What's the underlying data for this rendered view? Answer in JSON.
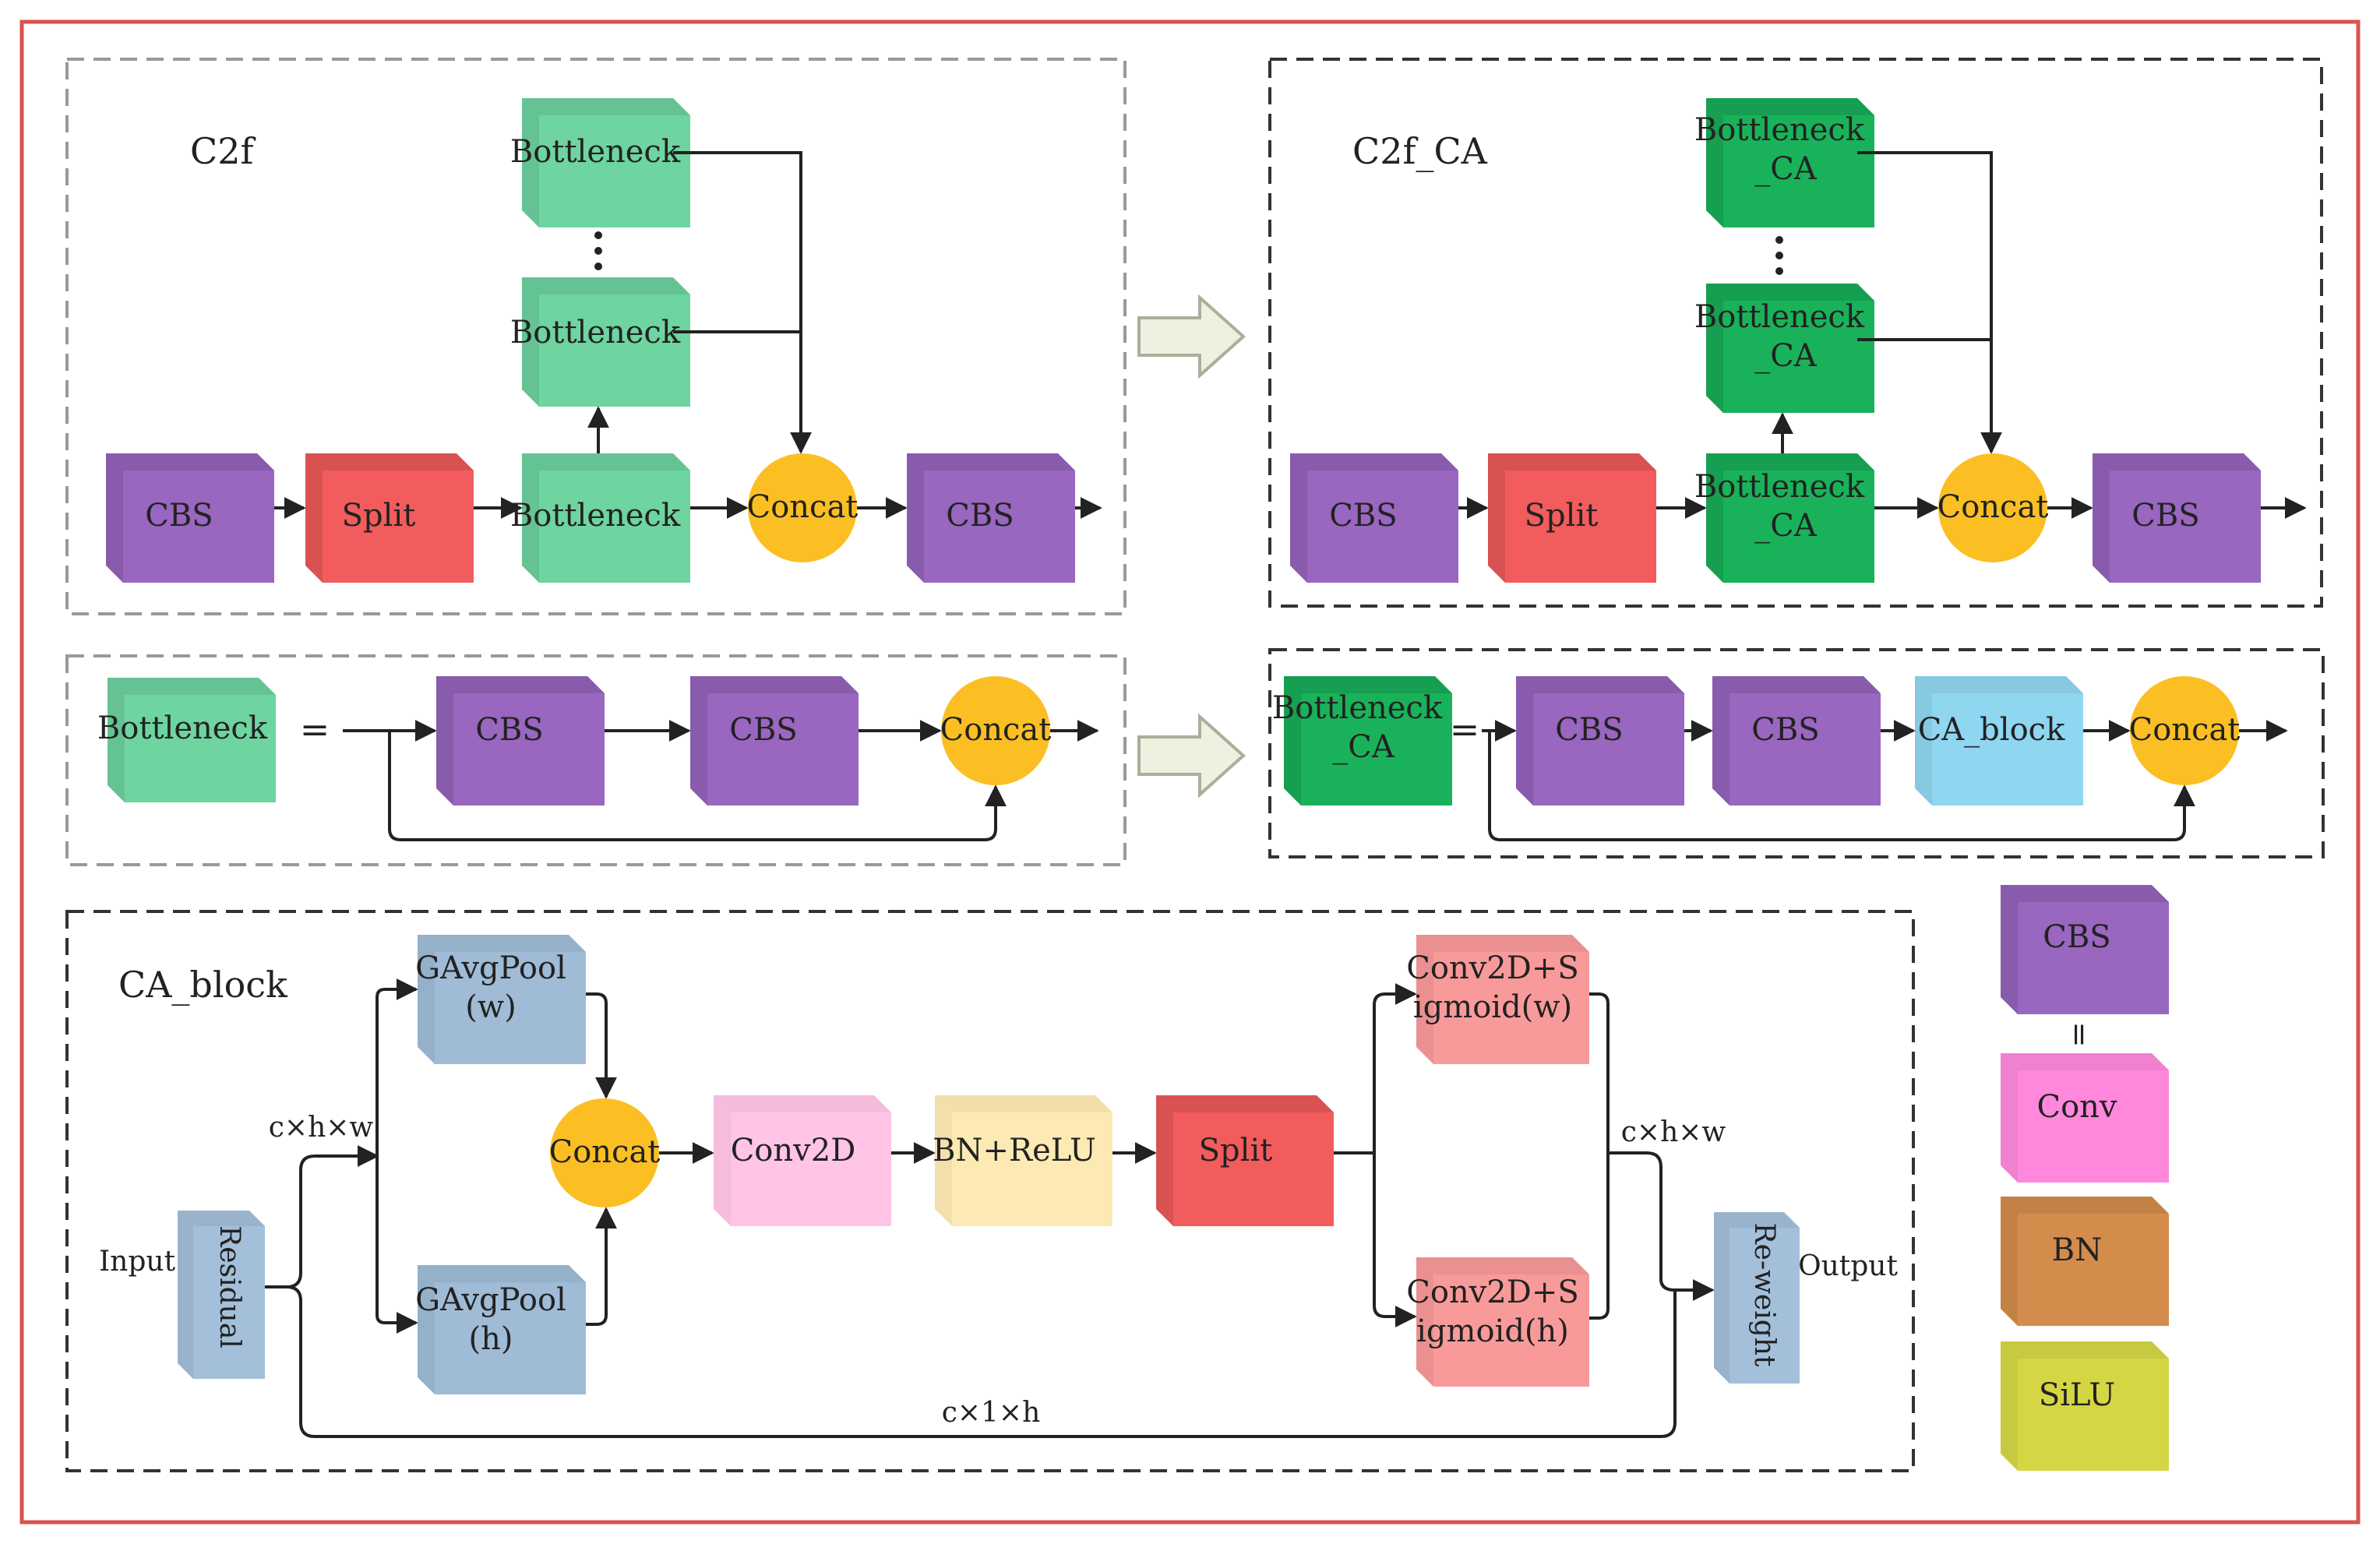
{
  "colors": {
    "frame": "#d9534f",
    "cbs": "#9966c0",
    "split": "#f25c5c",
    "bottleneck": "#6ed4a0",
    "bottleneck_ca": "#19b25a",
    "concat": "#fbbf24",
    "ca_block": "#8fd6f0",
    "gavgpool": "#9fbbd6",
    "conv2d": "#ffc4e6",
    "bn_relu": "#fde9b4",
    "conv_sigmoid": "#f99a9a",
    "residual": "#a4bfd9",
    "conv": "#ff88dd",
    "bn": "#d48c4c",
    "silu": "#d4d644",
    "line": "#222222",
    "dashed_light": "#999999",
    "dashed_dark": "#333333",
    "big_arrow_fill": "#eef0e0",
    "big_arrow_stroke": "#a8b09a"
  },
  "c2f": {
    "title": "C2f",
    "cbs_in": "CBS",
    "split": "Split",
    "bottleneck_top": "Bottleneck",
    "bottleneck_mid": "Bottleneck",
    "bottleneck_bottom": "Bottleneck",
    "concat": "Concat",
    "cbs_out": "CBS"
  },
  "c2f_ca": {
    "title": "C2f_CA",
    "cbs_in": "CBS",
    "split": "Split",
    "bottleneck_top": [
      "Bottleneck",
      "_CA"
    ],
    "bottleneck_mid": [
      "Bottleneck",
      "_CA"
    ],
    "bottleneck_bottom": [
      "Bottleneck",
      "_CA"
    ],
    "concat": "Concat",
    "cbs_out": "CBS"
  },
  "bottleneck_def": {
    "name": "Bottleneck",
    "equals": "=",
    "cbs1": "CBS",
    "cbs2": "CBS",
    "concat": "Concat"
  },
  "bottleneck_ca_def": {
    "name": [
      "Bottleneck",
      "_CA"
    ],
    "equals": "=",
    "cbs1": "CBS",
    "cbs2": "CBS",
    "ca_block": "CA_block",
    "concat": "Concat"
  },
  "ca_block": {
    "title": "CA_block",
    "input": "Input",
    "residual": "Residual",
    "dims_in": "c×h×w",
    "gavgpool_w": [
      "GAvgPool",
      "(w)"
    ],
    "gavgpool_h": [
      "GAvgPool",
      "(h)"
    ],
    "concat": "Concat",
    "conv2d": "Conv2D",
    "bn_relu": "BN+ReLU",
    "split": "Split",
    "conv_sig_w": [
      "Conv2D+S",
      "igmoid(w)"
    ],
    "conv_sig_h": [
      "Conv2D+S",
      "igmoid(h)"
    ],
    "dims_out": "c×h×w",
    "dims_skip": "c×1×h",
    "reweight": "Re-weight",
    "output": "Output"
  },
  "legend": {
    "cbs": "CBS",
    "equals": "=",
    "conv": "Conv",
    "bn": "BN",
    "silu": "SiLU"
  }
}
